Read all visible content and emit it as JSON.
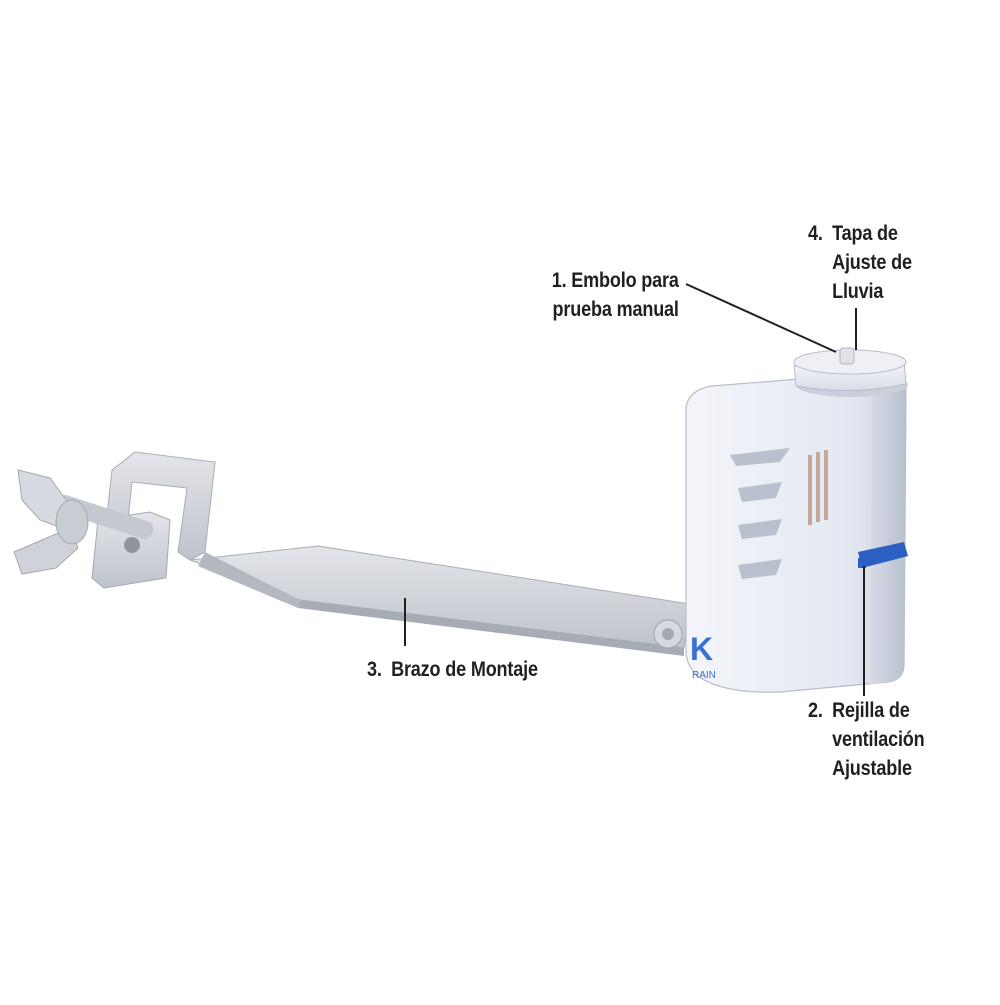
{
  "callouts": {
    "plunger": {
      "number": "1.",
      "lines": [
        "Embolo para",
        "prueba manual"
      ]
    },
    "vent_ring": {
      "number": "2.",
      "lines": [
        "Rejilla de",
        "ventilación",
        "Ajustable"
      ]
    },
    "mounting_arm": {
      "number": "3.",
      "lines": [
        "Brazo de Montaje"
      ]
    },
    "rain_cap": {
      "number": "4.",
      "lines": [
        "Tapa de",
        "Ajuste de",
        "Lluvia"
      ]
    }
  },
  "brand_logo": {
    "letter": "K",
    "word": "RAIN"
  },
  "colors": {
    "label_text": "#231f20",
    "leader_line": "#231f20",
    "housing": "#e8ebf2",
    "housing_shadow": "#c9cfdc",
    "arm_metal": "#d3d6dc",
    "vent_ring_accent": "#2b5fc2",
    "logo_blue": "#3b6fd0"
  },
  "icons": [
    "wing-nut-icon"
  ]
}
